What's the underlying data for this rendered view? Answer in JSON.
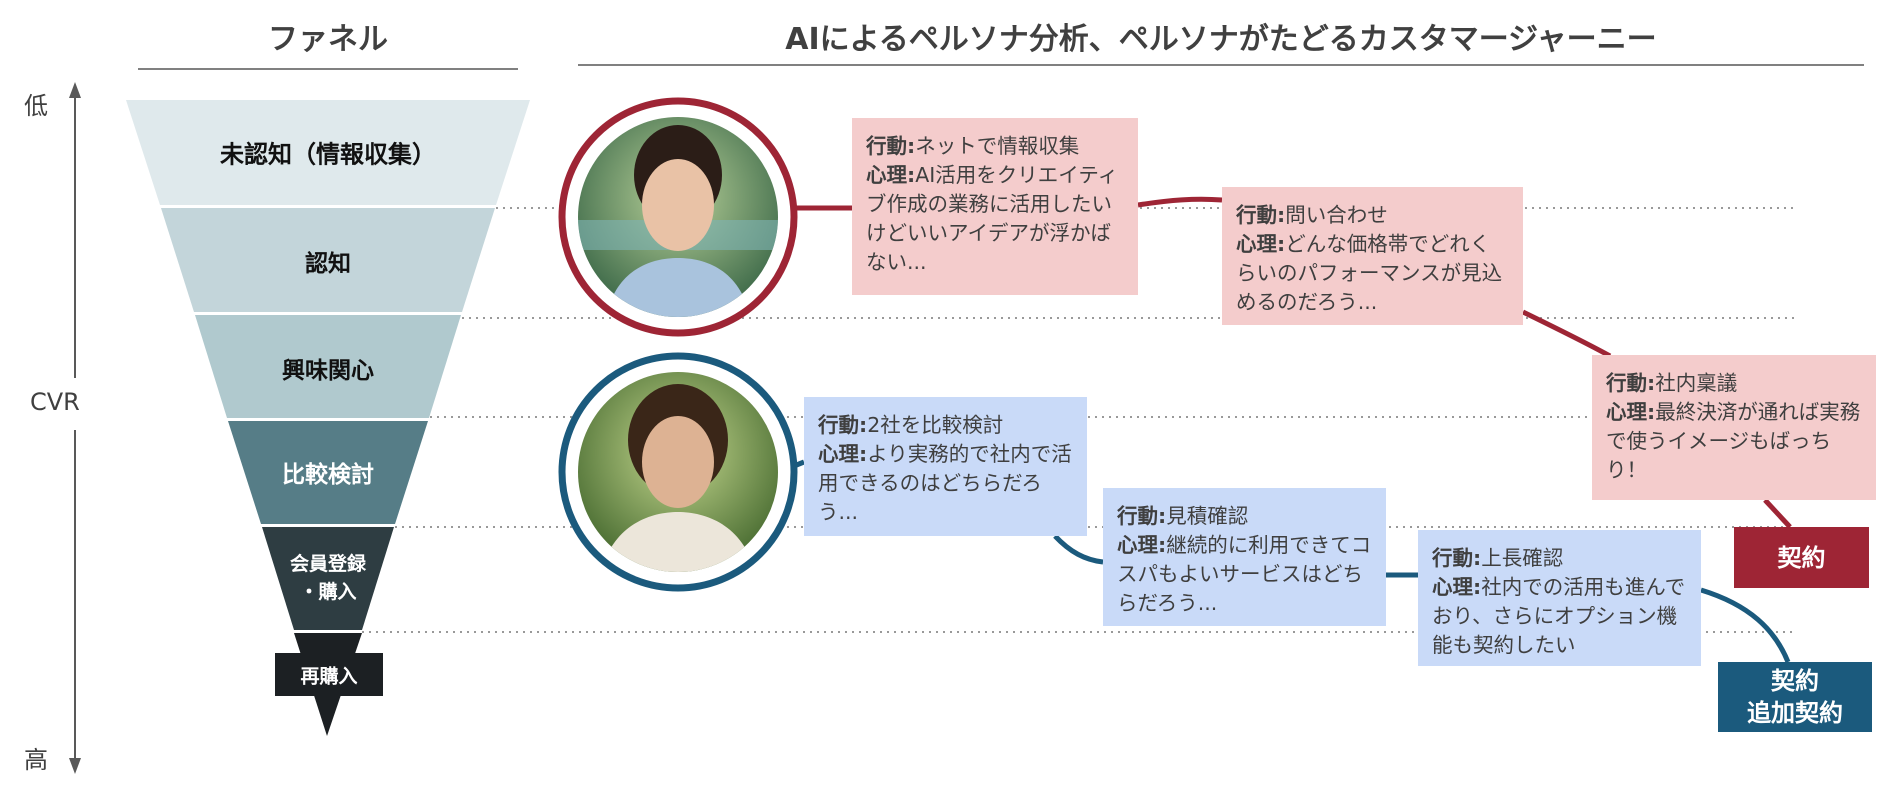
{
  "header": {
    "funnel_title": "ファネル",
    "journey_title": "AIによるペルソナ分析、ペルソナがたどるカスタマージャーニー"
  },
  "axis": {
    "low": "低",
    "middle": "CVR",
    "high": "高"
  },
  "funnel": {
    "stages": [
      "未認知（情報収集）",
      "認知",
      "興味関心",
      "比較検討",
      "会員登録\n・購入",
      "再購入"
    ],
    "stage_line1": "会員登録",
    "stage_line2": "・購入",
    "colors": [
      "#dfe9ec",
      "#c3d5da",
      "#b0c9ce",
      "#567d87",
      "#2e3d42",
      "#1c2023"
    ]
  },
  "personas": [
    {
      "name": "female-persona",
      "ring_color": "#9e2535",
      "steps": [
        {
          "action_label": "行動:",
          "action": "ネットで情報収集",
          "mind_label": "心理:",
          "mind": "AI活用をクリエイティブ作成の業務に活用したいけどいいアイデアが浮かばない..."
        },
        {
          "action_label": "行動:",
          "action": "問い合わせ",
          "mind_label": "心理:",
          "mind": "どんな価格帯でどれくらいのパフォーマンスが見込めるのだろう..."
        },
        {
          "action_label": "行動:",
          "action": "社内稟議",
          "mind_label": "心理:",
          "mind": "最終決済が通れば実務で使うイメージもばっちり！"
        }
      ],
      "outcome": [
        "契約"
      ]
    },
    {
      "name": "male-persona",
      "ring_color": "#1b5a7d",
      "steps": [
        {
          "action_label": "行動:",
          "action": "2社を比較検討",
          "mind_label": "心理:",
          "mind": "より実務的で社内で活用できるのはどちらだろう..."
        },
        {
          "action_label": "行動:",
          "action": "見積確認",
          "mind_label": "心理:",
          "mind": "継続的に利用できてコスパもよいサービスはどちらだろう..."
        },
        {
          "action_label": "行動:",
          "action": "上長確認",
          "mind_label": "心理:",
          "mind": "社内での活用も進んでおり、さらにオプション機能も契約したい"
        }
      ],
      "outcome": [
        "契約",
        "追加契約"
      ]
    }
  ]
}
